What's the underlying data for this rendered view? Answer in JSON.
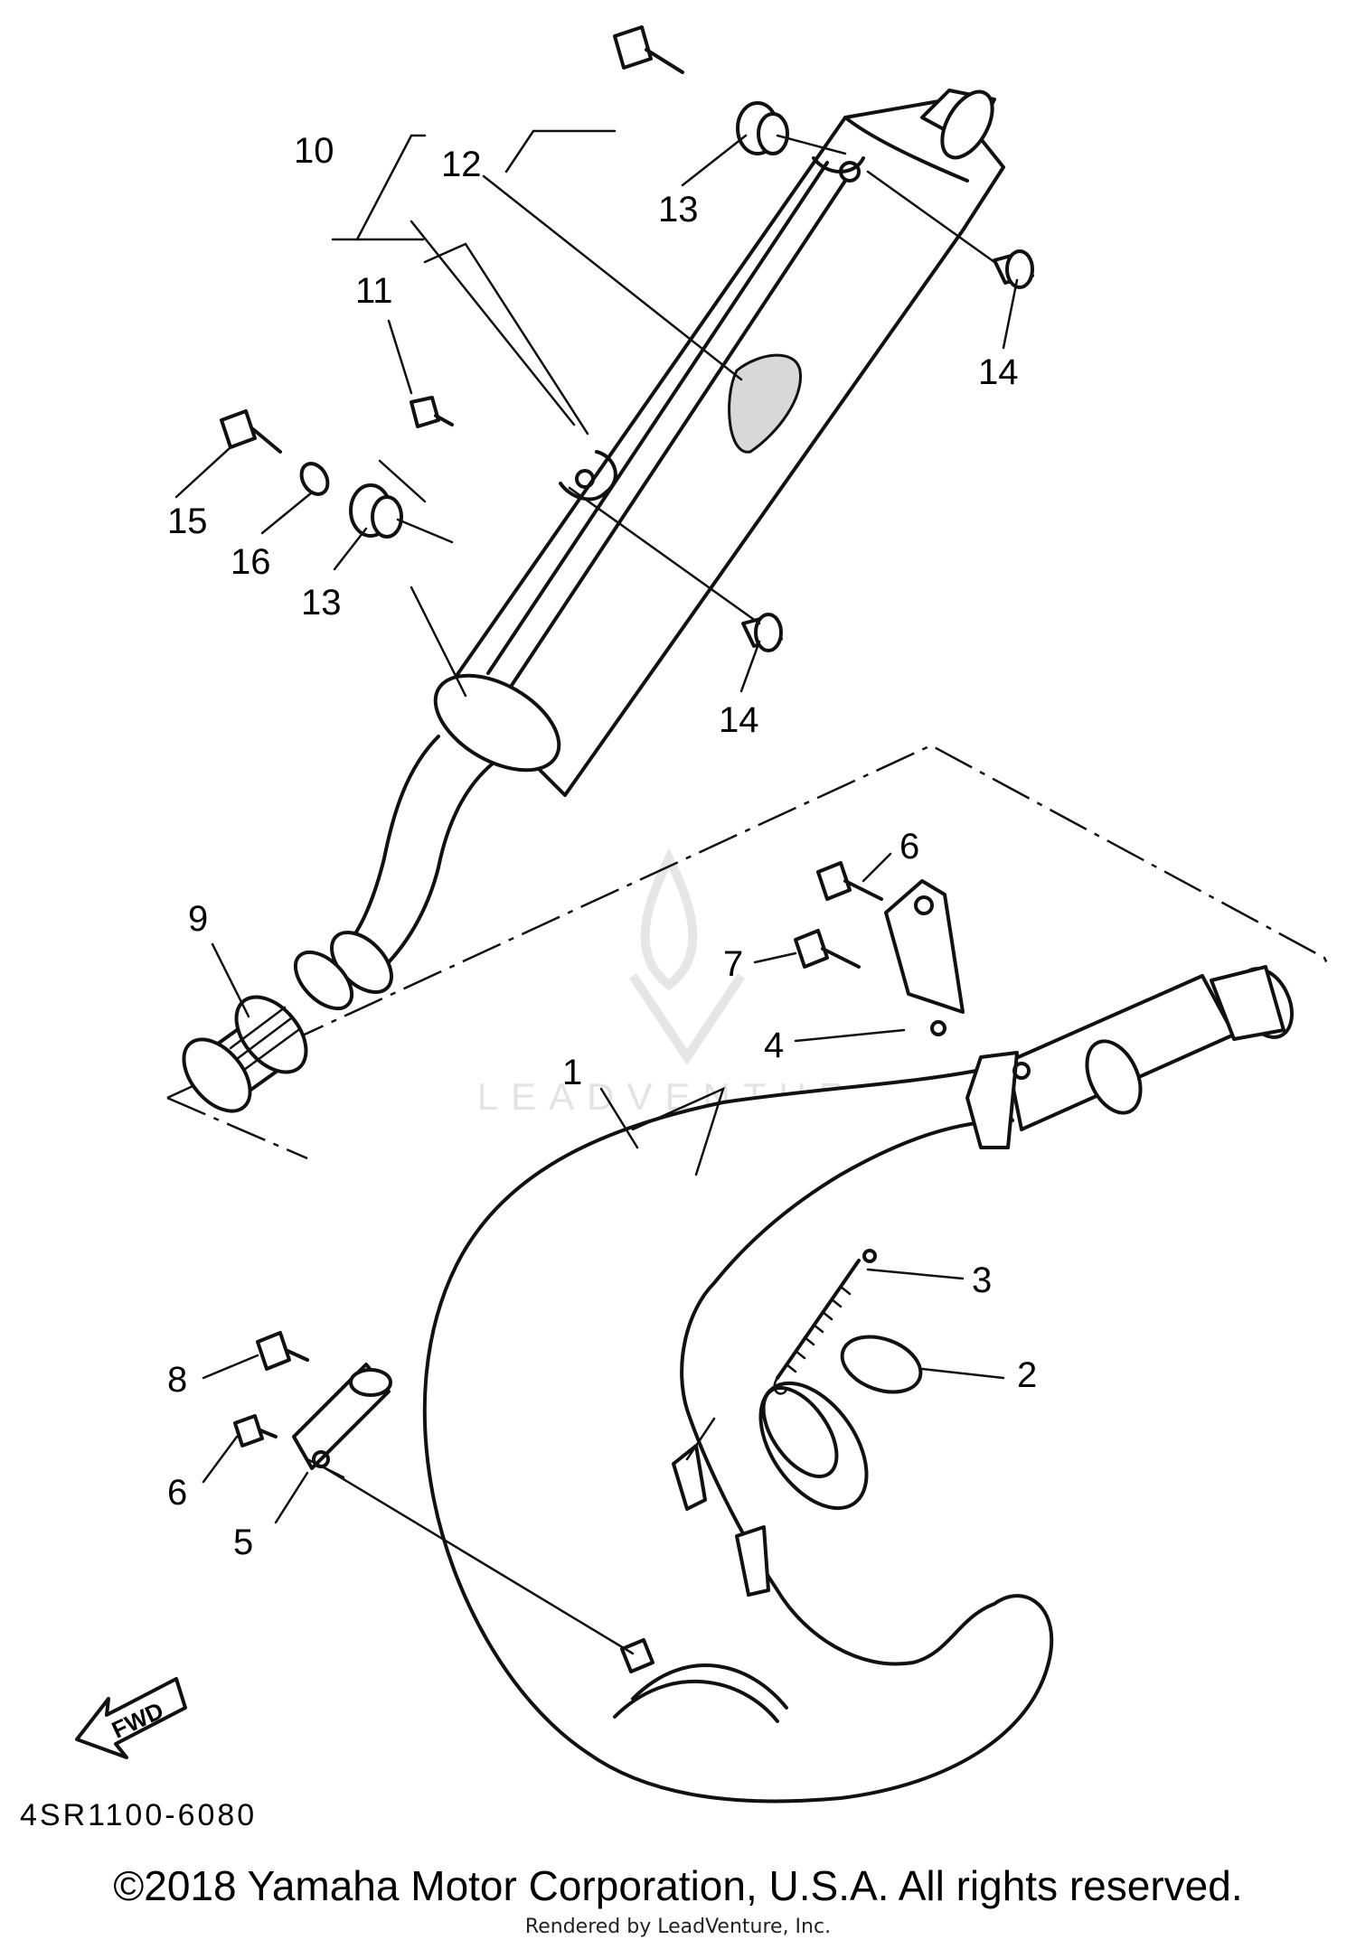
{
  "diagram": {
    "part_code": "4SR1100-6080",
    "fwd_label": "FWD",
    "watermark_text": "LEADVENTURE",
    "callouts": [
      "1",
      "2",
      "3",
      "4",
      "5",
      "6",
      "6",
      "7",
      "8",
      "9",
      "10",
      "11",
      "12",
      "13",
      "13",
      "14",
      "14",
      "15",
      "16"
    ],
    "line_color": "#111111"
  },
  "footer": {
    "copyright": "©2018 Yamaha Motor Corporation, U.S.A. All rights reserved.",
    "rendered_by": "Rendered by LeadVenture, Inc."
  }
}
